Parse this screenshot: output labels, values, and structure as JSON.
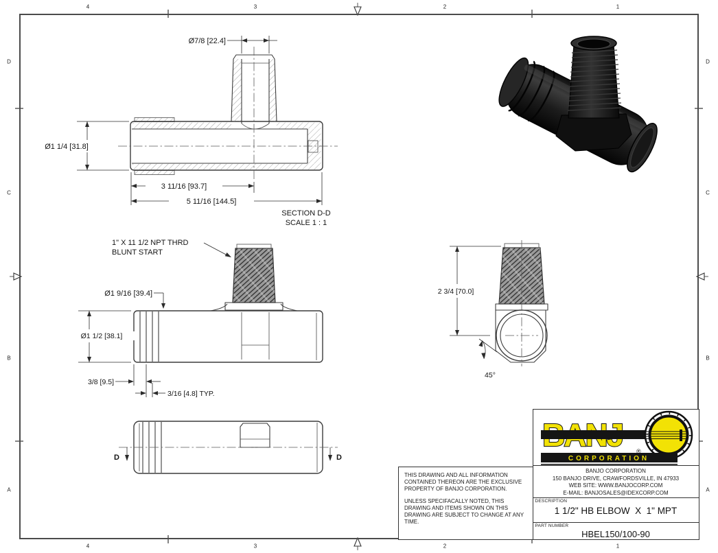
{
  "zones": {
    "top": [
      "4",
      "3",
      "2",
      "1"
    ],
    "bottom": [
      "4",
      "3",
      "2",
      "1"
    ],
    "left": [
      "D",
      "C",
      "B",
      "A"
    ],
    "right": [
      "D",
      "C",
      "B",
      "A"
    ]
  },
  "section_view": {
    "dia_top": "Ø7/8 [22.4]",
    "dia_side": "Ø1 1/4 [31.8]",
    "len_inner": "3 11/16 [93.7]",
    "len_outer": "5 11/16 [144.5]",
    "caption1": "SECTION D-D",
    "caption2": "SCALE 1 : 1"
  },
  "front_view": {
    "note1": "1\" X 11 1/2 NPT THRD",
    "note2": "BLUNT START",
    "dia_barb": "Ø1 9/16 [39.4]",
    "dia_hose": "Ø1 1/2 [38.1]",
    "len_barb": "3/8 [9.5]",
    "pitch": "3/16 [4.8] TYP."
  },
  "end_view": {
    "height": "2 3/4 [70.0]",
    "angle": "45°"
  },
  "plan_view": {
    "d_left": "D",
    "d_right": "D"
  },
  "title_block": {
    "logo": {
      "wordmark": "BANJ",
      "registered": "®",
      "corporation": "CORPORATION",
      "yellow": "#f2e205"
    },
    "company": {
      "name": "BANJO CORPORATION",
      "address": "150 BANJO DRIVE, CRAWFORDSVILLE, IN 47933",
      "web": "WEB SITE: WWW.BANJOCORP.COM",
      "email": "E-MAIL: BANJOSALES@IDEXCORP.COM"
    },
    "description_label": "DESCRIPTION",
    "description": "1 1/2\" HB ELBOW  X  1\" MPT",
    "part_number_label": "PART NUMBER",
    "part_number": "HBEL150/100-90",
    "disclaimer": {
      "p1": "THIS DRAWING AND ALL INFORMATION CONTAINED THEREON ARE THE EXCLUSIVE PROPERTY OF BANJO CORPORATION.",
      "p2": "UNLESS SPECIFACALLY NOTED, THIS DRAWING AND ITEMS SHOWN ON THIS DRAWING ARE SUBJECT TO CHANGE AT ANY TIME."
    }
  }
}
